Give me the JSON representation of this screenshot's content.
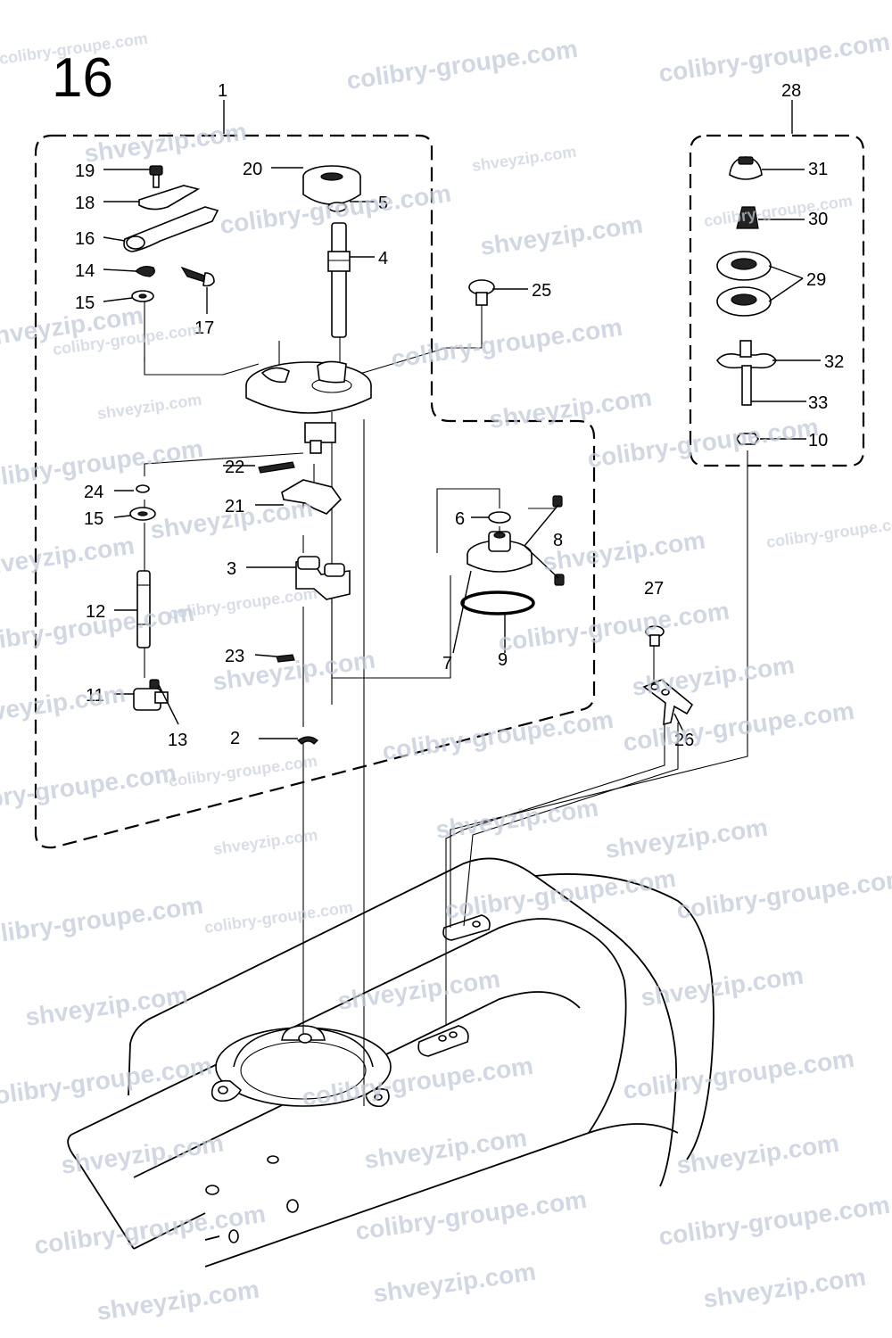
{
  "page_number": "16",
  "watermarks": {
    "site_a": "shveyzip.com",
    "site_b": "colibry-groupe.com"
  },
  "callouts": {
    "c1": "1",
    "c2": "2",
    "c3": "3",
    "c4": "4",
    "c5": "5",
    "c6": "6",
    "c7": "7",
    "c8": "8",
    "c9": "9",
    "c10": "10",
    "c11": "11",
    "c12": "12",
    "c13": "13",
    "c14": "14",
    "c15a": "15",
    "c15b": "15",
    "c16": "16",
    "c17": "17",
    "c18": "18",
    "c19": "19",
    "c20": "20",
    "c21": "21",
    "c22": "22",
    "c23": "23",
    "c24": "24",
    "c25": "25",
    "c26": "26",
    "c27": "27",
    "c28": "28",
    "c29": "29",
    "c30": "30",
    "c31": "31",
    "c32": "32",
    "c33": "33"
  }
}
